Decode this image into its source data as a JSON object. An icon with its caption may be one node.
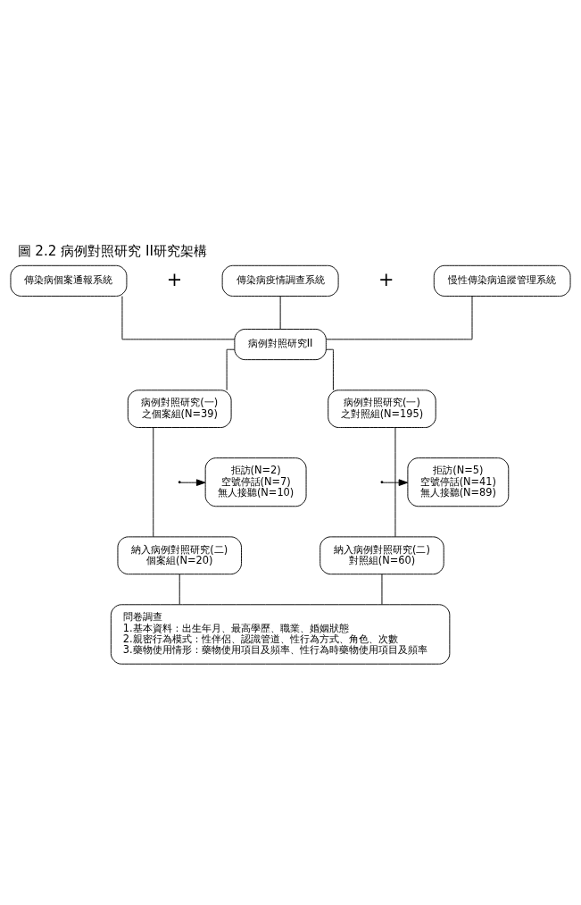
{
  "diagram": {
    "title": "圖 2.2 病例對照研究 II研究架構",
    "nodes": [
      {
        "text": [
          "傳染病個案通報系統"
        ]
      },
      {
        "text": [
          "傳染病疫情調查系統"
        ]
      },
      {
        "text": [
          "慢性傳染病追蹤管理系統"
        ]
      },
      {
        "text": [
          "病例對照研究II"
        ]
      },
      {
        "text": [
          "病例對照研究(一) 之個案組(N=39)"
        ]
      },
      {
        "text": [
          "病例對照研究(一) 之對照組(N=195)"
        ]
      },
      {
        "text": [
          "拒訪(N=2) 空號停話(N=7) 無人接聽(N=10)"
        ]
      },
      {
        "text": [
          "拒訪(N=5) 空號停話(N=41) 無人接聽(N=89)"
        ]
      },
      {
        "text": [
          "納入病例對照研究(二) 個案組(N=20)"
        ]
      },
      {
        "text": [
          "納入病例對照研究(二) 對照組(N=60)"
        ]
      },
      {
        "text": [
          "問卷調查",
          "1.基本資料：出生年月、最高學歷、職業、婚姻狀態",
          "2.親密行為模式：性伴侶、認識管道、性行為方式、角色、次數",
          "3.藥物使用情形：藥物使用項目及頻率、性行為時藥物使用項目及頻率"
        ]
      }
    ],
    "edges": [
      {
        "from": 0,
        "to": 3,
        "arrow": "none"
      },
      {
        "from": 1,
        "to": 3,
        "arrow": "none"
      },
      {
        "from": 2,
        "to": 3,
        "arrow": "none"
      },
      {
        "from": 3,
        "to": 4,
        "arrow": "none"
      },
      {
        "from": 3,
        "to": 5,
        "arrow": "none"
      },
      {
        "from": 4,
        "to": 8,
        "arrow": "none"
      },
      {
        "from": 5,
        "to": 9,
        "arrow": "none"
      },
      {
        "from": null,
        "to": 6,
        "arrow": "to"
      },
      {
        "from": null,
        "to": 7,
        "arrow": "to"
      },
      {
        "from": 8,
        "to": 10,
        "arrow": "none"
      },
      {
        "from": 9,
        "to": 10,
        "arrow": "none"
      }
    ],
    "labels": [
      "+",
      "+"
    ]
  }
}
